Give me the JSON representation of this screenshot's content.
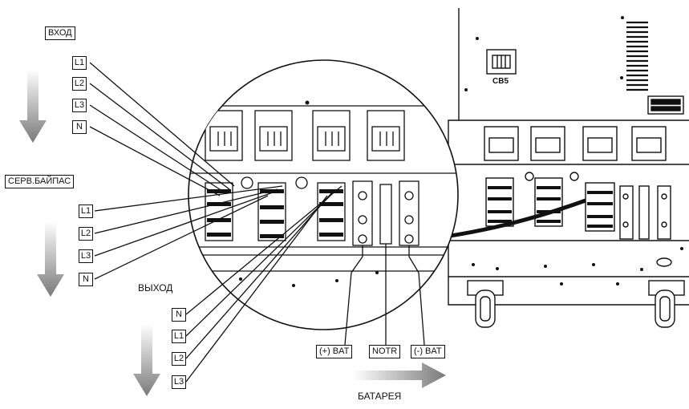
{
  "groups": {
    "input": {
      "title": "ВХОД",
      "terminals": [
        "L1",
        "L2",
        "L3",
        "N"
      ]
    },
    "bypass": {
      "title": "СЕРВ.БАЙПАС",
      "terminals": [
        "L1",
        "L2",
        "L3",
        "N"
      ]
    },
    "output": {
      "title": "ВЫХОД",
      "terminals": [
        "N",
        "L1",
        "L2",
        "L3"
      ]
    },
    "battery": {
      "title": "БАТАРЕЯ",
      "terminals": [
        "(+) BAT",
        "NOTR",
        "(-) BAT"
      ]
    }
  },
  "cabinet": {
    "breaker_label": "CB5"
  },
  "colors": {
    "line": "#111111",
    "arrow_gray": "#8a8a8a",
    "panel": "#ffffff"
  }
}
